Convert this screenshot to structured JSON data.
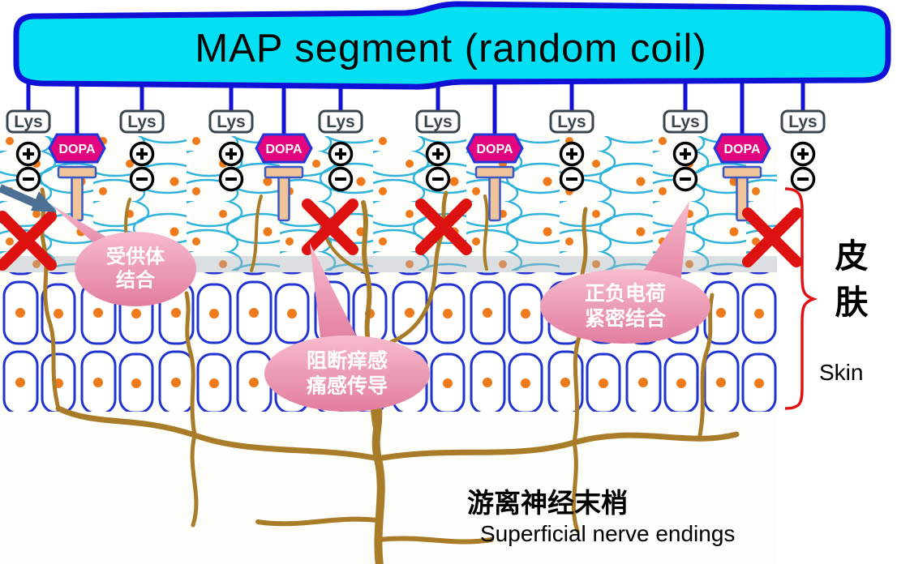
{
  "banner": {
    "title": "MAP segment (random coil)"
  },
  "molecule": {
    "lys": "Lys",
    "dopa": "DOPA"
  },
  "callouts": {
    "receptor": {
      "line1": "受供体",
      "line2": "结合"
    },
    "block": {
      "line1": "阻断痒感",
      "line2": "痛感传导"
    },
    "charge": {
      "line1": "正负电荷",
      "line2": "紧密结合"
    }
  },
  "skin": {
    "cn": "皮肤",
    "en": "Skin"
  },
  "nerve": {
    "cn": "游离神经末梢",
    "en": "Superficial nerve endings"
  },
  "icons": {
    "plus_charge": "circled-plus",
    "minus_charge": "circled-minus",
    "block": "red-x-mark",
    "receptor": "t-shape-receptor",
    "pointer": "gray-arrow"
  },
  "colors": {
    "banner_fill": "#05dff4",
    "banner_stroke": "#1111d6",
    "dopa_fill": "#e2057f",
    "dopa_stroke": "#2436d8",
    "lys_border": "#3b454c",
    "block_red": "#de1111",
    "bubble_pink_light": "#f7bccd",
    "bubble_pink_dark": "#e27d9f",
    "nerve_brown": "#a87c28",
    "mesh_cyan": "#2fb3da",
    "cell_blue": "#2133cf",
    "dot_orange": "#ef7a1c",
    "charge_black": "#000000",
    "t_fill": "#eec498",
    "t_stroke": "#3a57c8",
    "arrow_gray": "#4e6f94",
    "brace_red": "#e01212"
  }
}
